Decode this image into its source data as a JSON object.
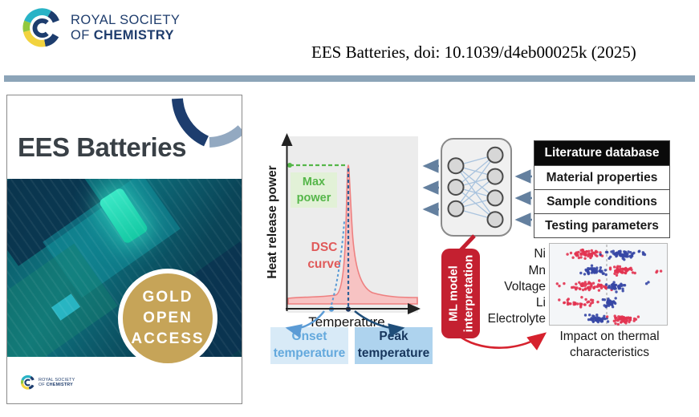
{
  "rsc": {
    "line1": "ROYAL SOCIETY",
    "line2_prefix": "OF ",
    "line2_bold": "CHEMISTRY"
  },
  "header": {
    "citation": "EES Batteries, doi: 10.1039/d4eb00025k (2025)"
  },
  "cover": {
    "title": "EES Batteries",
    "badge_lines": [
      "GOLD",
      "OPEN",
      "ACCESS"
    ]
  },
  "diagram": {
    "dsc": {
      "ylabel": "Heat release power",
      "xlabel": "Temperature",
      "max_power_label": "Max power",
      "curve_label": "DSC curve",
      "onset_label": "Onset temperature",
      "peak_label": "Peak temperature"
    },
    "nn": {
      "input_nodes": 3,
      "output_nodes": 4
    },
    "table": {
      "header": "Literature database",
      "rows": [
        "Material properties",
        "Sample conditions",
        "Testing parameters"
      ]
    },
    "ml_box": {
      "line1": "ML model",
      "line2": "interpretation"
    },
    "beeswarm_caption": "Impact on thermal characteristics"
  },
  "colors": {
    "divider": "#8ca4b8",
    "rsc_navy": "#1f3d6d",
    "badge_gold": "#c6a458",
    "dsc_curve_stroke": "#ee8080",
    "dsc_curve_fill": "#f7c3c3",
    "max_power_green": "#55b649",
    "onset_blue": "#64a9dd",
    "peak_navy": "#17365d",
    "nn_arrow_gray_blue": "#64809f",
    "ml_red": "#c42030",
    "swarm_red": "#e23350",
    "swarm_blue": "#3647a5"
  },
  "chart_data": [
    {
      "type": "line",
      "title": "DSC curve (schematic)",
      "xlabel": "Temperature",
      "ylabel": "Heat release power",
      "series": [
        {
          "name": "DSC curve",
          "description": "Flat baseline with one sharp exothermic peak then decaying tail; no numeric axes (schematic)"
        }
      ],
      "annotations": [
        "Max power (green dashed level at peak apex)",
        "Onset temperature (light blue marker on x-axis)",
        "Peak temperature (dark blue dashed drop line to x-axis)"
      ],
      "grid": false,
      "axes_numeric": false
    },
    {
      "type": "scatter",
      "subtype": "beeswarm-feature-impact",
      "caption": "Impact on thermal characteristics",
      "center_line_frac": 0.49,
      "rows": [
        {
          "label": "Ni",
          "clusters": [
            {
              "color": "red",
              "center": 0.31,
              "spread": 0.13,
              "n": 55
            },
            {
              "color": "blue",
              "center": 0.6,
              "spread": 0.12,
              "n": 55
            },
            {
              "color": "blue",
              "center": 0.79,
              "spread": 0.03,
              "n": 5
            }
          ]
        },
        {
          "label": "Mn",
          "clusters": [
            {
              "color": "blue",
              "center": 0.38,
              "spread": 0.09,
              "n": 45
            },
            {
              "color": "red",
              "center": 0.62,
              "spread": 0.11,
              "n": 50
            },
            {
              "color": "red",
              "center": 0.92,
              "spread": 0.03,
              "n": 3
            }
          ]
        },
        {
          "label": "Voltage",
          "clusters": [
            {
              "color": "red",
              "center": 0.08,
              "spread": 0.02,
              "n": 2
            },
            {
              "color": "red",
              "center": 0.33,
              "spread": 0.15,
              "n": 55
            },
            {
              "color": "blue",
              "center": 0.57,
              "spread": 0.09,
              "n": 40
            },
            {
              "color": "blue",
              "center": 0.82,
              "spread": 0.02,
              "n": 2
            }
          ]
        },
        {
          "label": "Li",
          "clusters": [
            {
              "color": "red",
              "center": 0.24,
              "spread": 0.15,
              "n": 32
            },
            {
              "color": "blue",
              "center": 0.51,
              "spread": 0.05,
              "n": 40
            }
          ]
        },
        {
          "label": "Electrolyte",
          "clusters": [
            {
              "color": "blue",
              "center": 0.4,
              "spread": 0.09,
              "n": 45
            },
            {
              "color": "red",
              "center": 0.63,
              "spread": 0.12,
              "n": 50
            }
          ]
        }
      ]
    }
  ]
}
